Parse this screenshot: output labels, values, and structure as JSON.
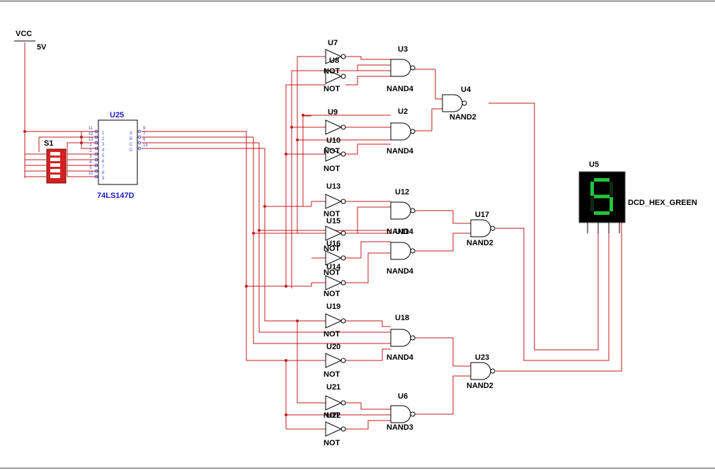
{
  "power": {
    "name": "VCC",
    "voltage": "5V"
  },
  "switch": {
    "name": "S1"
  },
  "encoder": {
    "ref": "U25",
    "part": "74LS147D",
    "left_pins": [
      "11",
      "12",
      "13",
      "1",
      "2",
      "3",
      "4",
      "5",
      "10"
    ],
    "inner_left": [
      "1",
      "2",
      "3",
      "4",
      "5",
      "6",
      "7",
      "8",
      "9"
    ],
    "inner_right": [
      "A",
      "B",
      "C",
      "D"
    ],
    "right_pins": [
      "9",
      "7",
      "6",
      "14"
    ]
  },
  "gates": [
    {
      "ref": "U7",
      "type": "NOT"
    },
    {
      "ref": "U8",
      "type": "NOT"
    },
    {
      "ref": "U3",
      "type": "NAND4"
    },
    {
      "ref": "U4",
      "type": "NAND2"
    },
    {
      "ref": "U9",
      "type": "NOT"
    },
    {
      "ref": "U10",
      "type": "NOT"
    },
    {
      "ref": "U2",
      "type": "NAND4"
    },
    {
      "ref": "U13",
      "type": "NOT"
    },
    {
      "ref": "U15",
      "type": "NOT"
    },
    {
      "ref": "U12",
      "type": "NAND4"
    },
    {
      "ref": "U16",
      "type": "NOT"
    },
    {
      "ref": "U14",
      "type": "NOT"
    },
    {
      "ref": "U11",
      "type": "NAND4"
    },
    {
      "ref": "U17",
      "type": "NAND2"
    },
    {
      "ref": "U19",
      "type": "NOT"
    },
    {
      "ref": "U20",
      "type": "NOT"
    },
    {
      "ref": "U18",
      "type": "NAND4"
    },
    {
      "ref": "U21",
      "type": "NOT"
    },
    {
      "ref": "U22",
      "type": "NOT"
    },
    {
      "ref": "U6",
      "type": "NAND3"
    },
    {
      "ref": "U23",
      "type": "NAND2"
    }
  ],
  "display": {
    "ref": "U5",
    "part": "DCD_HEX_GREEN",
    "digit": "5",
    "color": "#22c53a"
  },
  "colors": {
    "wire": "#c31b1b",
    "ref": "#1a1acc",
    "switch": "#d42020"
  }
}
